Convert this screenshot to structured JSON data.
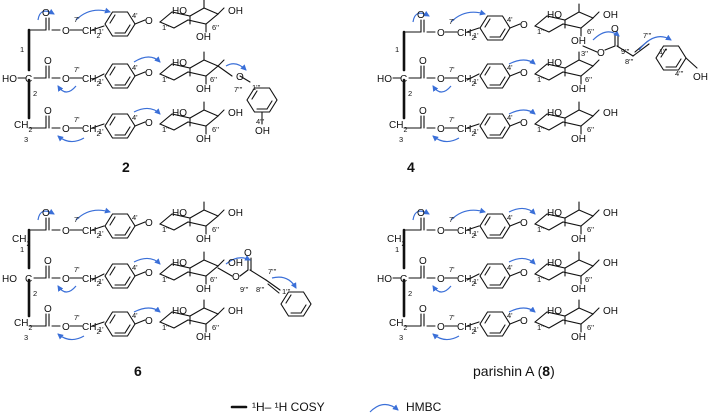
{
  "compounds": [
    {
      "label": "2",
      "label_prefix": "",
      "bold": true
    },
    {
      "label": "4",
      "label_prefix": "",
      "bold": true
    },
    {
      "label": "6",
      "label_prefix": "",
      "bold": true
    },
    {
      "label": "8",
      "label_prefix": "parishin A (",
      "label_suffix": ")",
      "bold": true
    }
  ],
  "atoms": {
    "ho": "HO",
    "oh": "OH",
    "o": "O",
    "ch2": "CH",
    "sub2": "2",
    "c": "C"
  },
  "numbering": {
    "n1": "1",
    "n2": "2",
    "n3": "3",
    "p1": "1'",
    "p4": "4'",
    "p7": "7'",
    "pp1": "1''",
    "pp6": "6''",
    "ppp1": "1'''",
    "ppp4": "4'''",
    "ppp7": "7'''",
    "ppp8": "8'''",
    "ppp9": "9'''",
    "pp3": "3''"
  },
  "legend": {
    "cosy_label": "¹H– ¹H COSY",
    "hmbc_label": "HMBC"
  },
  "colors": {
    "bond": "#111111",
    "hmbc": "#3a6fd8"
  }
}
